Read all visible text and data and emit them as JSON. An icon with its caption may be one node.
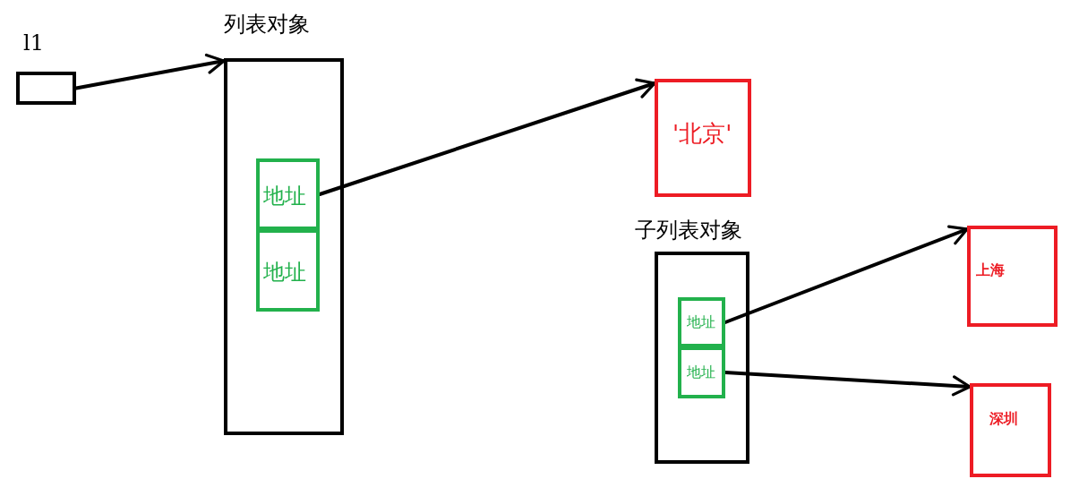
{
  "diagram": {
    "nodes": [
      {
        "text": [
          "l1"
        ]
      },
      {
        "text": [
          "列表对象"
        ]
      },
      {
        "text": [
          "地址"
        ],
        "in": 1
      },
      {
        "text": [
          "地址"
        ],
        "in": 1
      },
      {
        "text": [
          "'北京'"
        ]
      },
      {
        "text": [
          "子列表对象"
        ]
      },
      {
        "text": [
          "地址"
        ],
        "in": 5
      },
      {
        "text": [
          "地址"
        ],
        "in": 5
      },
      {
        "text": [
          "上海"
        ]
      },
      {
        "text": [
          "深圳"
        ]
      }
    ],
    "edges": [
      {
        "from": 0,
        "to": 1,
        "arrow": "to"
      },
      {
        "from": 2,
        "to": 4,
        "arrow": "to"
      },
      {
        "from": 6,
        "to": 8,
        "arrow": "to"
      },
      {
        "from": 7,
        "to": 9,
        "arrow": "to"
      }
    ]
  }
}
